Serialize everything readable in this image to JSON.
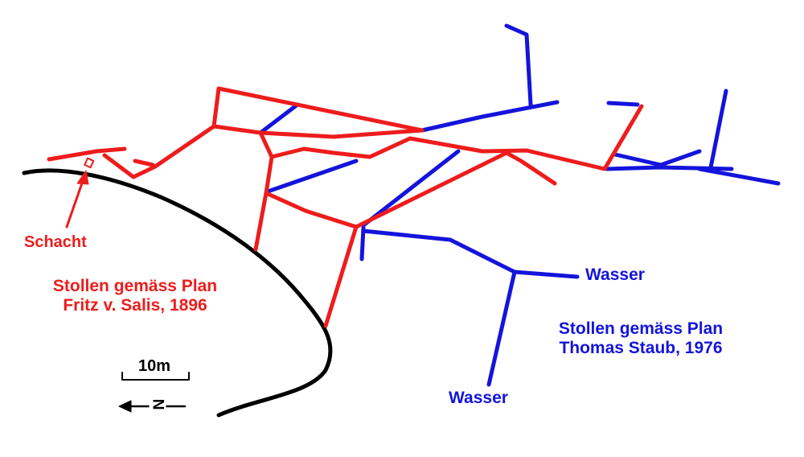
{
  "labels": {
    "shaft": "Schacht",
    "red_plan_line1": "Stollen gemäss Plan",
    "red_plan_line2": "Fritz v. Salis, 1896",
    "blue_plan_line1": "Stollen gemäss Plan",
    "blue_plan_line2": "Thomas Staub, 1976",
    "water_upper": "Wasser",
    "water_lower": "Wasser",
    "scale": "10m",
    "north_letter": "N"
  },
  "colors": {
    "red_tunnels": "#ee1c1c",
    "blue_tunnels": "#1414dc",
    "terrain_line": "#000000",
    "background": "#ffffff"
  }
}
